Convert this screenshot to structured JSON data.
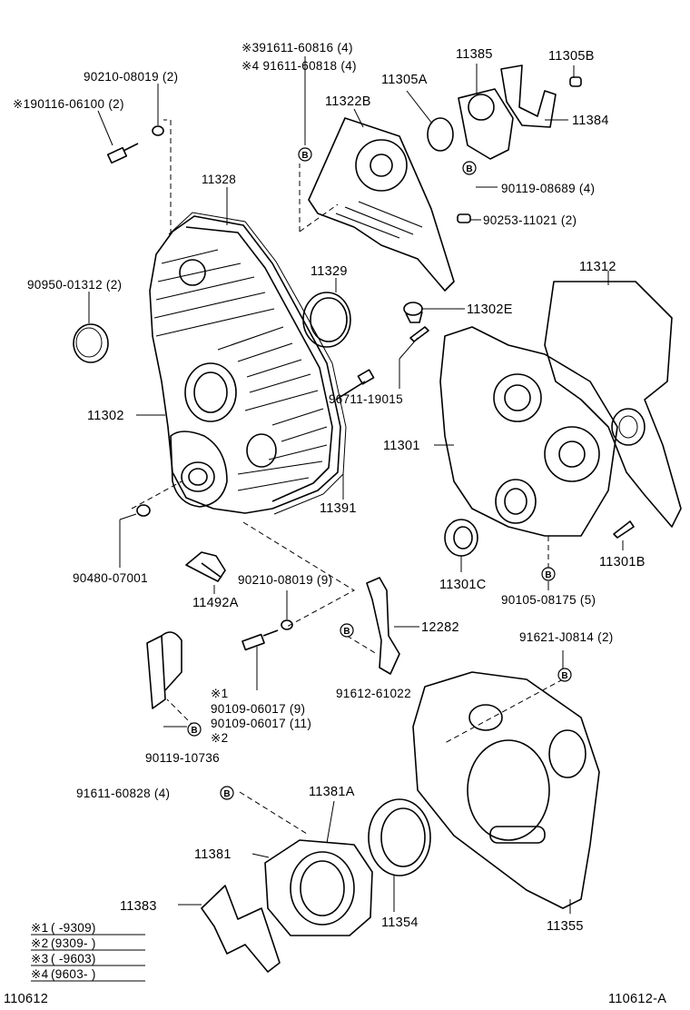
{
  "labels": {
    "p90210_08019_2": "90210-08019 (2)",
    "p90116_06100": "※190116-06100 (2)",
    "p91611_60816": "※391611-60816 (4)",
    "p91611_60818": "※4 91611-60818 (4)",
    "p11385": "11385",
    "p11305B": "11305B",
    "p11305A": "11305A",
    "p11322B": "11322B",
    "p11384": "11384",
    "p90119_08689": "90119-08689 (4)",
    "p90253_11021": "90253-11021 (2)",
    "p11328": "11328",
    "p11329": "11329",
    "p90950_01312": "90950-01312 (2)",
    "p11312": "11312",
    "p11302E": "11302E",
    "p96711_19015": "96711-19015",
    "p11302": "11302",
    "p11301": "11301",
    "p11391": "11391",
    "p90480_07001": "90480-07001",
    "p11492A": "11492A",
    "p90210_08019_9": "90210-08019 (9)",
    "p11301C": "11301C",
    "p11301B": "11301B",
    "p90105_08175": "90105-08175 (5)",
    "p12282": "12282",
    "p91621_J0814": "91621-J0814 (2)",
    "p91612_61022": "91612-61022",
    "note1": "※1",
    "p90109_06017_9": "90109-06017 (9)",
    "p90109_06017_11": "90109-06017 (11)",
    "note2": "※2",
    "p90119_10736": "90119-10736",
    "p91611_60828": "91611-60828 (4)",
    "p11381A": "11381A",
    "p11381": "11381",
    "p11383": "11383",
    "p11354": "11354",
    "p11355": "11355"
  },
  "bolt_marker": "B",
  "legend": [
    {
      "mark": "※1",
      "range": "(     -9309)"
    },
    {
      "mark": "※2",
      "range": "(9309-     )"
    },
    {
      "mark": "※3",
      "range": "(     -9603)"
    },
    {
      "mark": "※4",
      "range": "(9603-     )"
    }
  ],
  "footer": {
    "left_code": "110612",
    "right_code": "110612-A"
  }
}
